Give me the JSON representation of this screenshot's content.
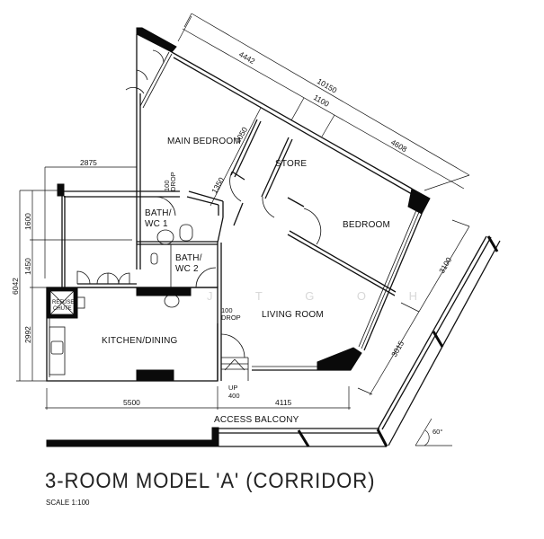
{
  "plan": {
    "title": "3-ROOM MODEL 'A' (CORRIDOR)",
    "scale": "SCALE  1:100",
    "watermark": "J T G O H",
    "rooms": {
      "main_bedroom": "MAIN BEDROOM",
      "store": "STORE",
      "bedroom": "BEDROOM",
      "bath_wc1_line1": "BATH/",
      "bath_wc1_line2": "WC 1",
      "bath_wc2_line1": "BATH/",
      "bath_wc2_line2": "WC 2",
      "living_room": "LIVING ROOM",
      "kitchen_dining": "KITCHEN/DINING",
      "refuse_chute_line1": "REFUSE",
      "refuse_chute_line2": "CHUTE",
      "access_balcony": "ACCESS BALCONY"
    },
    "notes": {
      "drop_top_1": "100",
      "drop_top_2": "DROP",
      "drop_mid_1": "100",
      "drop_mid_2": "DROP",
      "up_1": "UP",
      "up_2": "400",
      "angle": "60°"
    },
    "dimensions": {
      "top_overall": "10150",
      "top_seg1": "4442",
      "top_seg2": "1100",
      "top_seg3": "4608",
      "mb_depth": "2050",
      "corridor": "1350",
      "left_top": "2875",
      "left_overall": "6042",
      "left_seg1": "1600",
      "left_seg2": "1450",
      "left_seg3": "2992",
      "bottom_left": "5500",
      "bottom_right": "4115",
      "right_seg1": "3100",
      "right_seg2": "3015"
    }
  }
}
